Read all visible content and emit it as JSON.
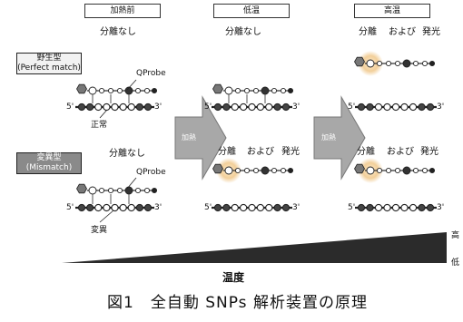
{
  "columns": {
    "before": "加熱前",
    "low": "低温",
    "high": "高温"
  },
  "rows": {
    "wild": {
      "line1": "野生型",
      "line2": "(Perfect match)"
    },
    "mut": {
      "line1": "変異型",
      "line2": "(Mismatch)"
    }
  },
  "texts": {
    "no_sep": "分離なし",
    "sep_and": "分離",
    "oyobi": "および",
    "glow": "発光",
    "qprobe": "QProbe",
    "normal": "正常",
    "mutant": "変異",
    "five": "5'",
    "three": "3'"
  },
  "arrow_label": "加熱",
  "axis": {
    "high": "高",
    "low": "低",
    "label": "温度"
  },
  "caption": "図1　全自動 SNPs 解析装置の原理",
  "colors": {
    "arrow": "#a8a8a8",
    "wedge": "#2b2b2b",
    "glow": "#f2cf9a"
  }
}
